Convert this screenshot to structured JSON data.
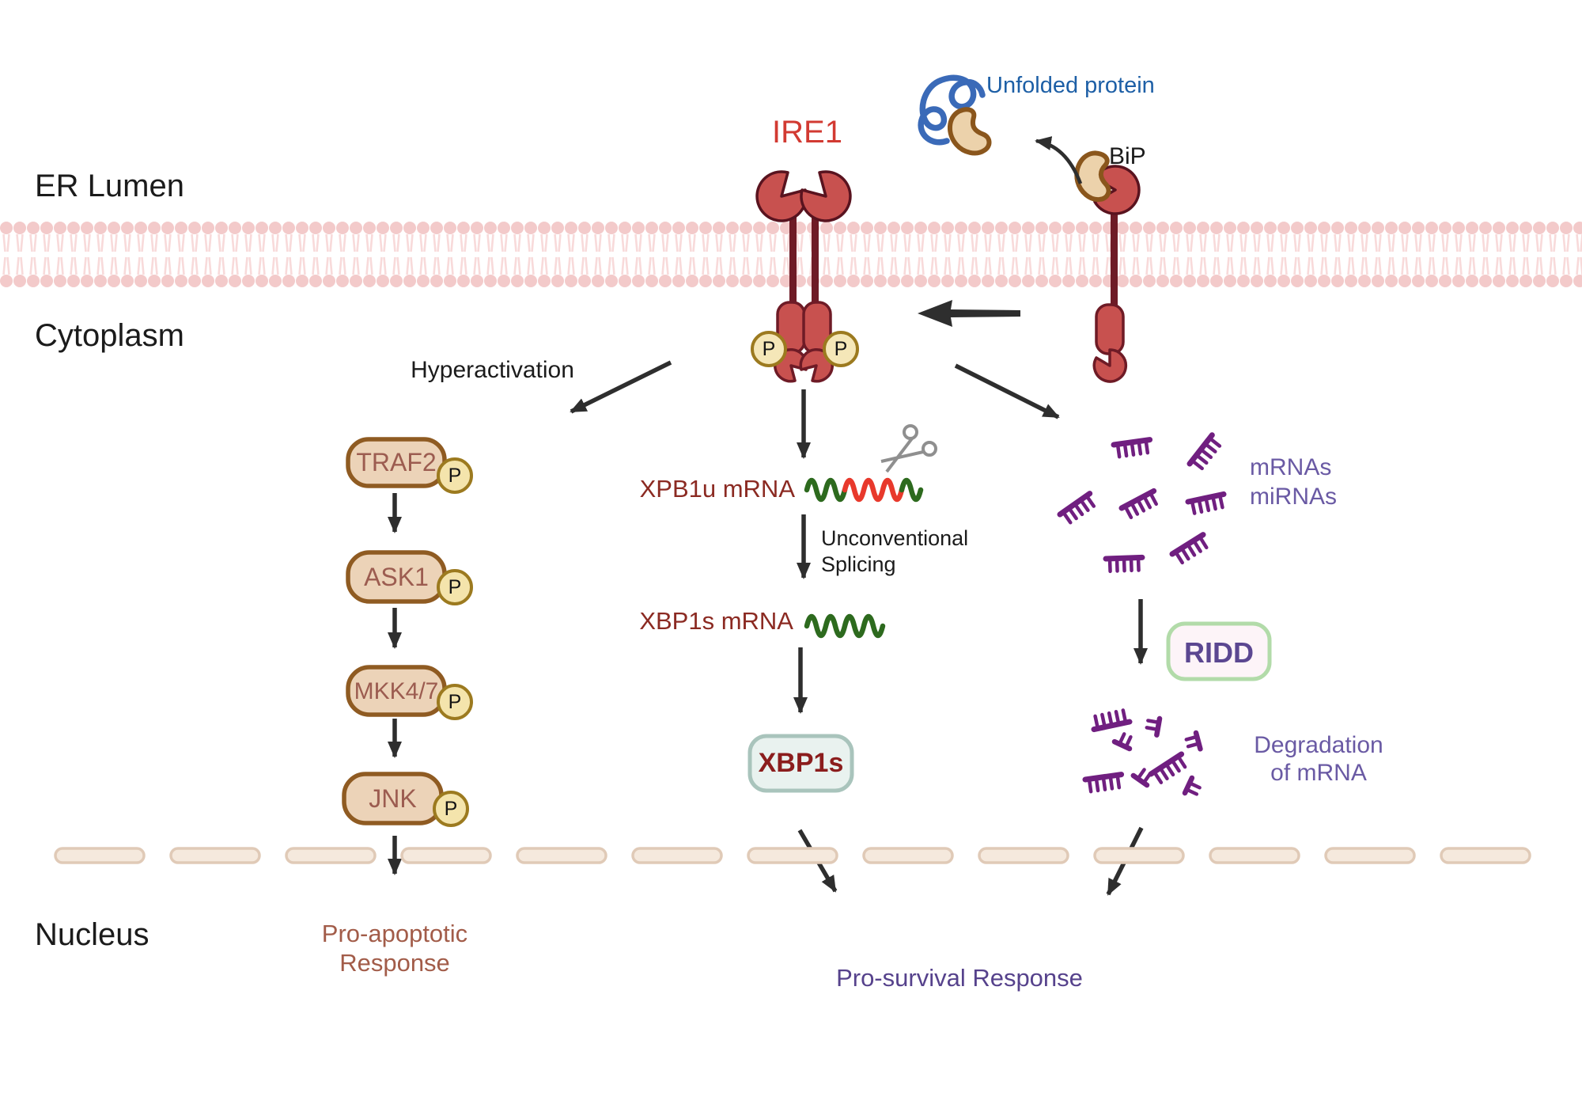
{
  "compartments": {
    "er_lumen": "ER Lumen",
    "cytoplasm": "Cytoplasm",
    "nucleus": "Nucleus"
  },
  "receptor": {
    "name": "IRE1",
    "phospho": "P"
  },
  "chaperone": {
    "unfolded_protein": "Unfolded protein",
    "bip": "BiP"
  },
  "left_branch": {
    "trigger": "Hyperactivation",
    "cascade": [
      {
        "label": "TRAF2",
        "phospho": "P"
      },
      {
        "label": "ASK1",
        "phospho": "P"
      },
      {
        "label": "MKK4/7",
        "phospho": "P"
      },
      {
        "label": "JNK",
        "phospho": "P"
      }
    ],
    "outcome_line1": "Pro-apoptotic",
    "outcome_line2": "Response"
  },
  "center_branch": {
    "substrate": "XPB1u mRNA",
    "process_line1": "Unconventional",
    "process_line2": "Splicing",
    "product": "XBP1s mRNA",
    "protein": "XBP1s"
  },
  "right_branch": {
    "targets_line1": "mRNAs",
    "targets_line2": "miRNAs",
    "process": "RIDD",
    "result_line1": "Degradation",
    "result_line2": "of mRNA"
  },
  "shared_outcome": "Pro-survival Response",
  "icons": {
    "scissors": "scissors-icon",
    "mrna_comb": "comb-icon",
    "unfolded_protein_squiggle": "squiggle-icon",
    "bip_bean": "bean-icon"
  },
  "colors": {
    "receptor_fill": "#c8514f",
    "receptor_stroke": "#6e1b26",
    "membrane_head": "#f3caca",
    "membrane_tail": "#f8dada",
    "pill_fill": "#ecd3b8",
    "pill_stroke": "#8f5b22",
    "phospho_fill": "#f5e7b8",
    "phospho_stroke": "#9c7a1f",
    "bean_fill": "#ecd2ab",
    "bean_stroke": "#8a561c",
    "squiggle_blue": "#3a6ab8",
    "wave_green": "#2d6a1e",
    "wave_red": "#e8392c",
    "comb_purple": "#701f80",
    "xbp1s_box_fill": "#e9f2ef",
    "xbp1s_box_stroke": "#a9c4bc",
    "ridd_box_fill": "#fdf4f8",
    "ridd_box_stroke": "#b2dba9",
    "nucleus_dash_fill": "#f5e9dd",
    "nucleus_dash_stroke": "#e0cab7",
    "arrow": "#2e2e2e",
    "label_blue": "#1d5fa6",
    "label_red": "#d23a32",
    "label_dark_red": "#8b2a22",
    "label_purple": "#6a5aa4",
    "label_deep_purple": "#56428c",
    "label_brown": "#a25c49"
  }
}
